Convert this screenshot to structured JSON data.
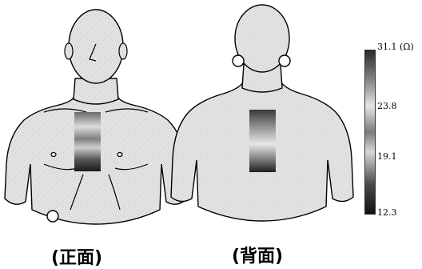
{
  "labels": {
    "front": "(正面)",
    "back": "(背面)"
  },
  "color_scale": {
    "max": "31.1",
    "max_unit": "(Ω)",
    "q3": "23.8",
    "q2": "19.1",
    "min": "12.3"
  },
  "colors": {
    "body_fill": "#e9e9e9",
    "outline": "#000000"
  }
}
